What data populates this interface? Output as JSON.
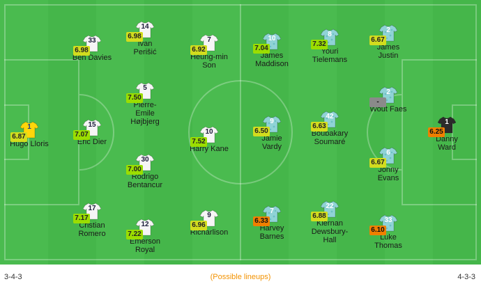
{
  "colors": {
    "home_shirt": "#f5f5f5",
    "home_number": "#1b1b3a",
    "gk_home_shirt": "#ffd60a",
    "gk_home_number": "#1a3d8f",
    "away_shirt": "#8fd3d6",
    "away_number": "#ffffff",
    "gk_away_shirt": "#2b2b2b",
    "gk_away_number": "#ffffff",
    "rating_red_orange": "#f07f00",
    "rating_yellow": "#d2dc1e",
    "rating_lime": "#9bdd00",
    "rating_grey": "#8a8a8a"
  },
  "players": [
    {
      "name": "Hugo Lloris",
      "number": "1",
      "rating": "6.87",
      "band": "yellow",
      "team": "home",
      "gk": true
    },
    {
      "name": "Ben Davies",
      "number": "33",
      "rating": "6.98",
      "band": "yellow",
      "team": "home"
    },
    {
      "name": "Eric Dier",
      "number": "15",
      "rating": "7.07",
      "band": "lime",
      "team": "home"
    },
    {
      "name": "Cristian\nRomero",
      "number": "17",
      "rating": "7.17",
      "band": "lime",
      "team": "home"
    },
    {
      "name": "Ivan\nPerišić",
      "number": "14",
      "rating": "6.98",
      "band": "yellow",
      "team": "home"
    },
    {
      "name": "Pierre-\nEmile\nHøjbjerg",
      "number": "5",
      "rating": "7.50",
      "band": "lime",
      "team": "home"
    },
    {
      "name": "Rodrigo\nBentancur",
      "number": "30",
      "rating": "7.00",
      "band": "lime",
      "team": "home"
    },
    {
      "name": "Emerson\nRoyal",
      "number": "12",
      "rating": "7.22",
      "band": "lime",
      "team": "home"
    },
    {
      "name": "Heung-min\nSon",
      "number": "7",
      "rating": "6.92",
      "band": "yellow",
      "team": "home"
    },
    {
      "name": "Harry Kane",
      "number": "10",
      "rating": "7.52",
      "band": "lime",
      "team": "home"
    },
    {
      "name": "Richarlison",
      "number": "9",
      "rating": "6.96",
      "band": "yellow",
      "team": "home"
    },
    {
      "name": "James\nMaddison",
      "number": "10",
      "rating": "7.04",
      "band": "lime",
      "team": "away"
    },
    {
      "name": "Jamie\nVardy",
      "number": "9",
      "rating": "6.50",
      "band": "yellow",
      "team": "away"
    },
    {
      "name": "Harvey\nBarnes",
      "number": "7",
      "rating": "6.33",
      "band": "red_orange",
      "team": "away"
    },
    {
      "name": "Youri\nTielemans",
      "number": "8",
      "rating": "7.32",
      "band": "lime",
      "team": "away"
    },
    {
      "name": "Boubakary\nSoumaré",
      "number": "42",
      "rating": "6.63",
      "band": "yellow",
      "team": "away"
    },
    {
      "name": "Kiernan\nDewsbury-\nHall",
      "number": "22",
      "rating": "6.88",
      "band": "yellow",
      "team": "away"
    },
    {
      "name": "James\nJustin",
      "number": "2",
      "rating": "6.67",
      "band": "yellow",
      "team": "away"
    },
    {
      "name": "Wout Faes",
      "number": "2",
      "rating": "-",
      "band": "grey",
      "team": "away"
    },
    {
      "name": "Jonny\nEvans",
      "number": "6",
      "rating": "6.67",
      "band": "yellow",
      "team": "away"
    },
    {
      "name": "Luke\nThomas",
      "number": "33",
      "rating": "6.10",
      "band": "red_orange",
      "team": "away"
    },
    {
      "name": "Danny\nWard",
      "number": "1",
      "rating": "6.25",
      "band": "red_orange",
      "team": "away",
      "gk": true
    }
  ],
  "footer": {
    "home_formation": "3-4-3",
    "possible_lineups": "(Possible lineups)",
    "away_formation": "4-3-3"
  }
}
